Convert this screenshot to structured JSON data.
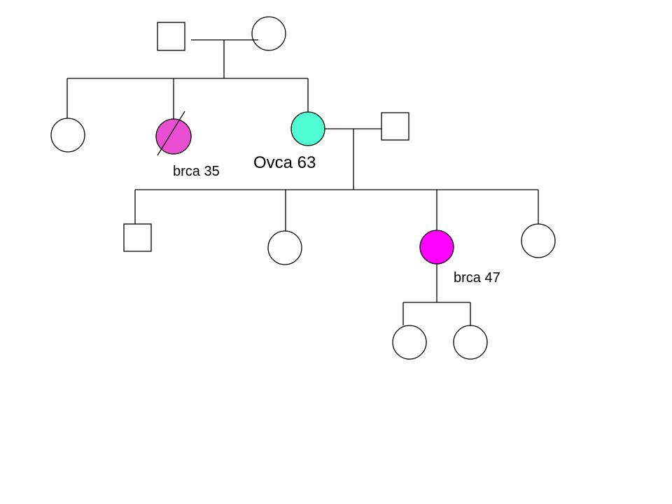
{
  "colors": {
    "background": "#ffffff",
    "line": "#000000",
    "unaffected": "#ffffff",
    "breast_cancer_aunt": "#ea4fd2",
    "ovarian_cancer": "#4dffd2",
    "breast_cancer_daughter": "#ff00ff"
  },
  "labels": {
    "aunt": "brca 35",
    "mother": "Ovca 63",
    "daughter": "brca 47"
  },
  "pedigree": {
    "generation_1": {
      "father": {
        "sex": "male",
        "affected": false
      },
      "mother": {
        "sex": "female",
        "affected": false
      }
    },
    "generation_2": [
      {
        "sex": "female",
        "affected": false
      },
      {
        "sex": "female",
        "affected": true,
        "deceased": true,
        "condition": "brca",
        "age": 35
      },
      {
        "sex": "female",
        "affected": true,
        "condition": "Ovca",
        "age": 63
      },
      {
        "sex": "male",
        "affected": false,
        "role": "spouse"
      }
    ],
    "generation_3": [
      {
        "sex": "male",
        "affected": false
      },
      {
        "sex": "female",
        "affected": false
      },
      {
        "sex": "female",
        "affected": true,
        "condition": "brca",
        "age": 47
      },
      {
        "sex": "female",
        "affected": false
      }
    ],
    "generation_4": [
      {
        "sex": "female",
        "affected": false
      },
      {
        "sex": "female",
        "affected": false
      }
    ]
  }
}
